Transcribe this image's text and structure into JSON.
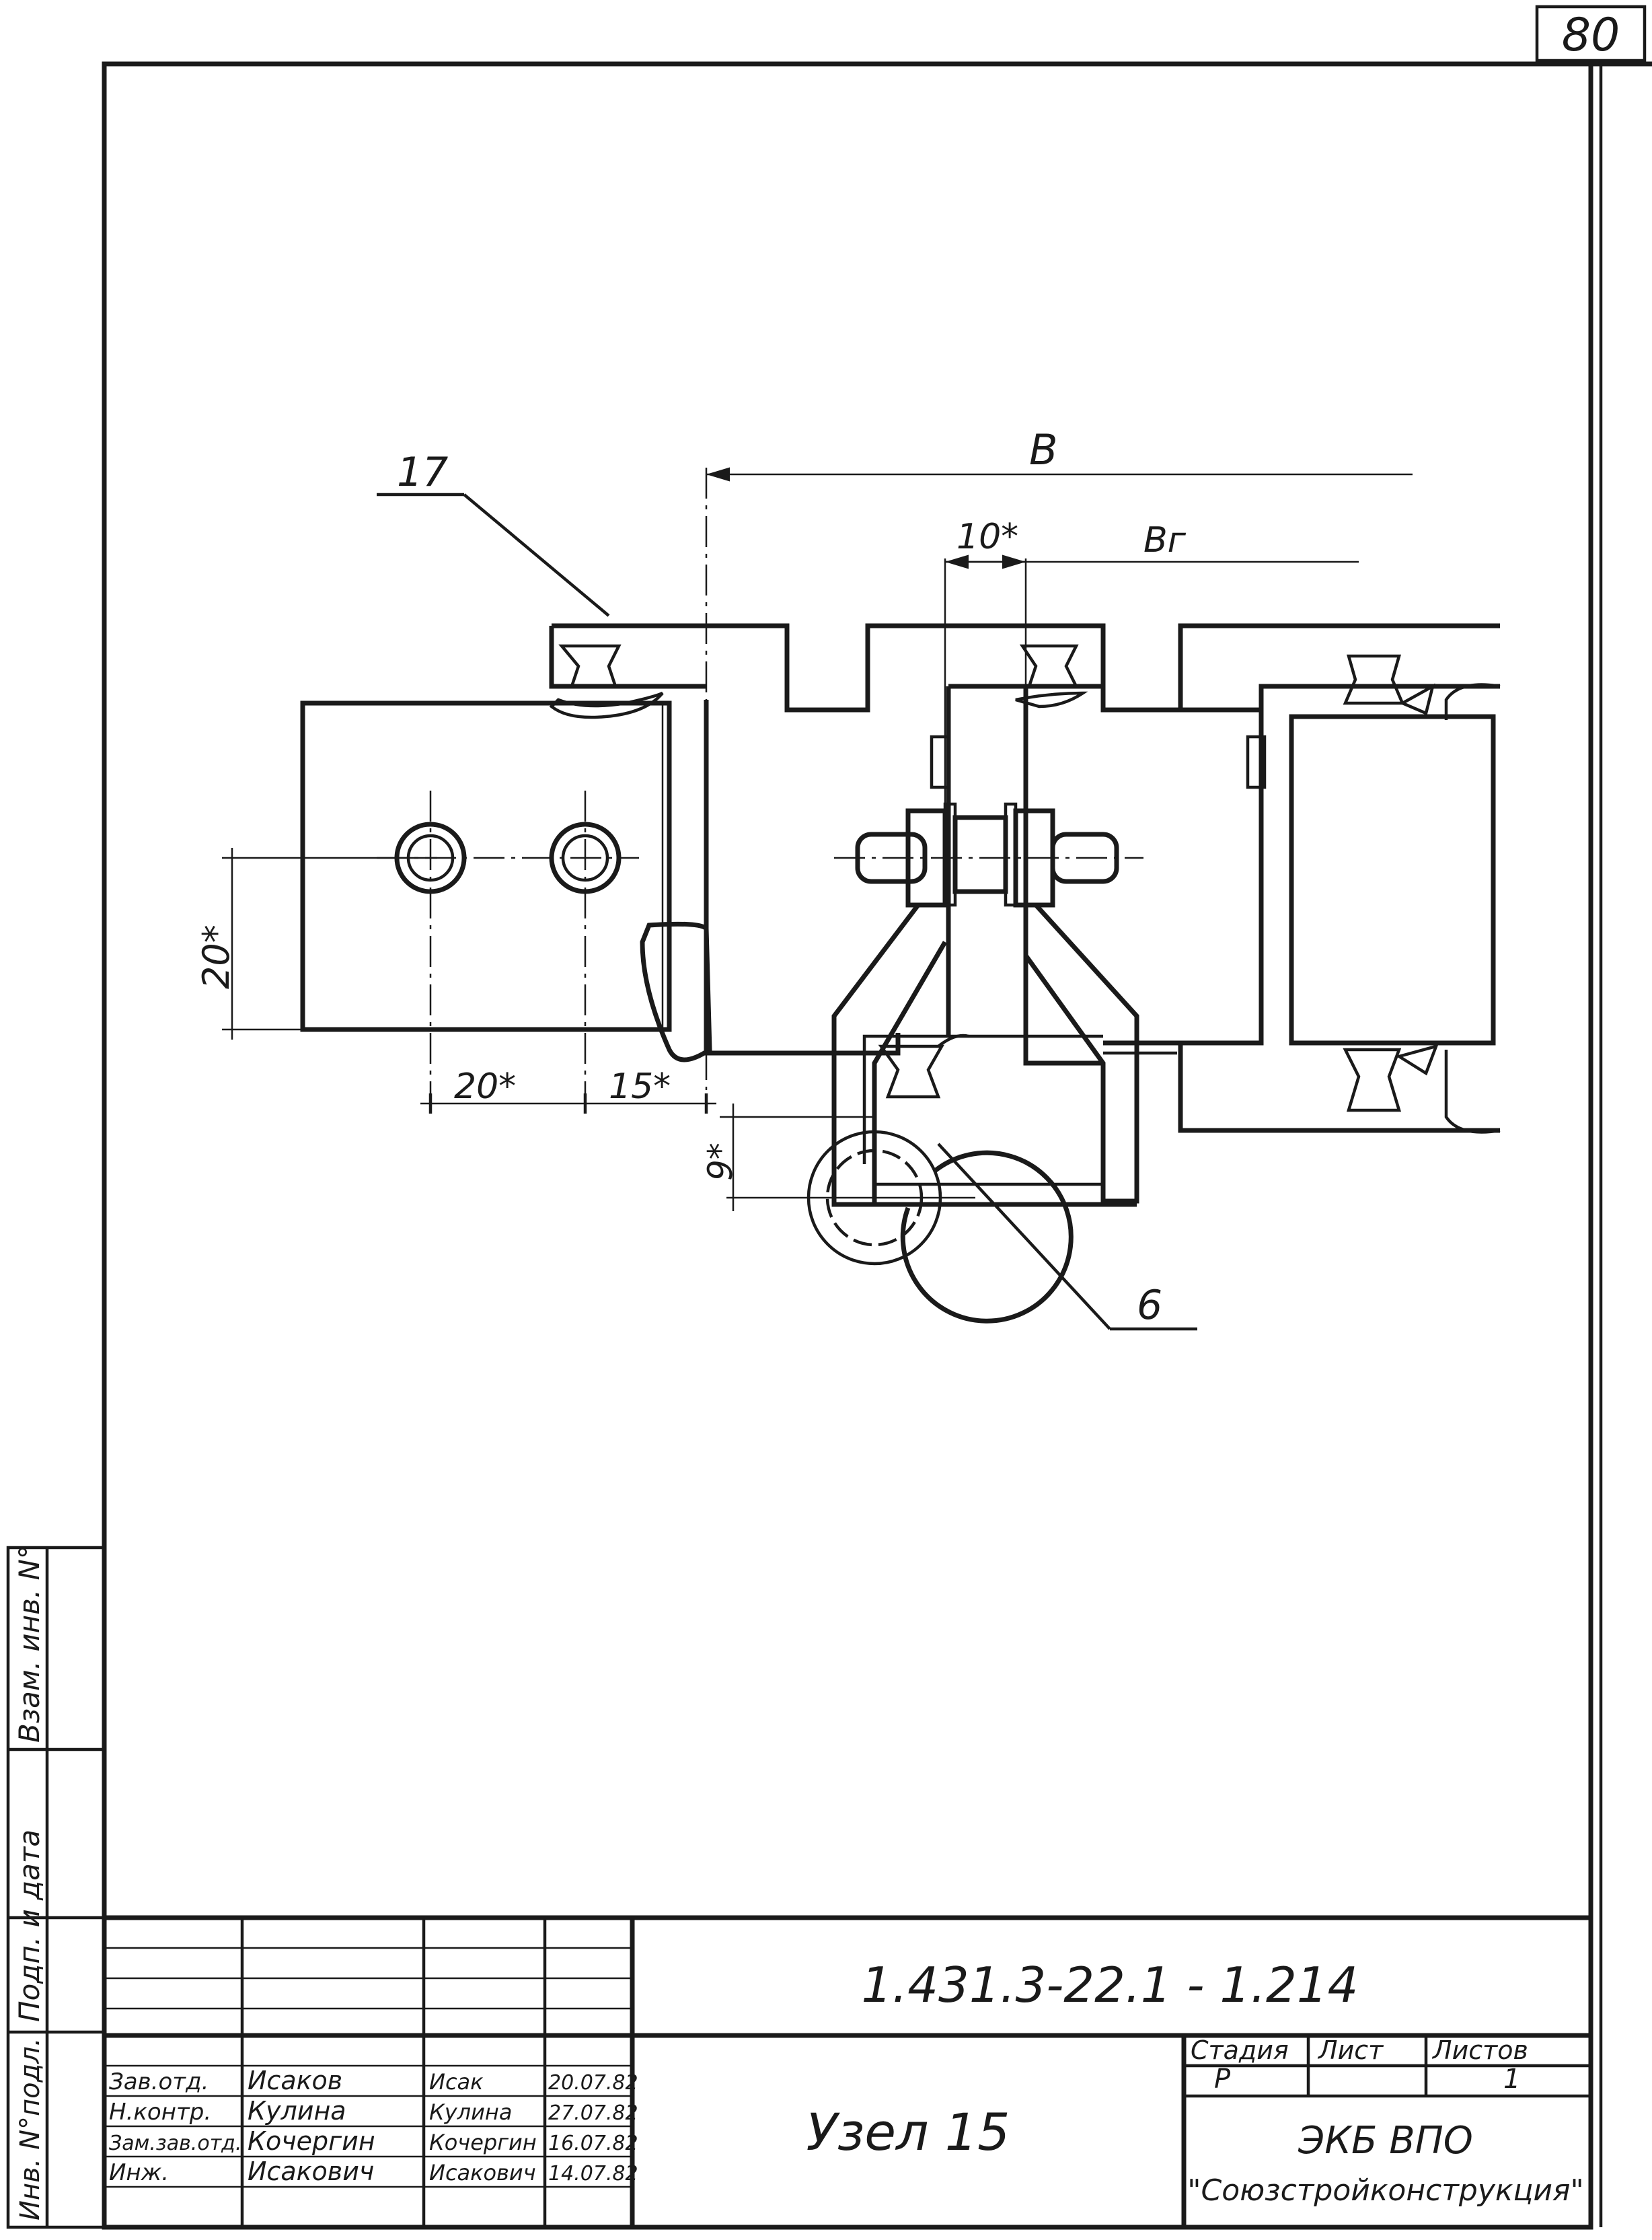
{
  "sheet_number": "80",
  "drawing": {
    "dimensions": {
      "overall_width": "B",
      "gap_width": "Bг",
      "seal_offset": "10*",
      "hole_spacing": "20*",
      "hole_to_edge": "15*",
      "hole_height": "20*",
      "hinge_offset": "9*"
    },
    "callouts": {
      "seal_profile": "17",
      "hinge": "6"
    }
  },
  "side_stamps": {
    "inv_no_orig": "Инв. N°подл.",
    "sign_date": "Подп. и дата",
    "replaces_inv": "Взам. инв. N°"
  },
  "title_block": {
    "designation": "1.431.3-22.1 - 1.214",
    "title": "Узел 15",
    "organization_line1": "ЭКБ ВПО",
    "organization_line2": "\"Союзстройконструкция\"",
    "headers": {
      "stage": "Стадия",
      "sheet": "Лист",
      "sheets": "Листов"
    },
    "values": {
      "stage": "Р",
      "sheet": "",
      "sheets": "1"
    },
    "staff": [
      {
        "role": "Зав.отд.",
        "name": "Исаков",
        "signature": "Исак",
        "date": "20.07.82"
      },
      {
        "role": "Н.контр.",
        "name": "Кулина",
        "signature": "Кулина",
        "date": "27.07.82"
      },
      {
        "role": "Зам.зав.отд.",
        "name": "Кочергин",
        "signature": "Кочергин",
        "date": "16.07.82"
      },
      {
        "role": "Инж.",
        "name": "Исакович",
        "signature": "Исакович",
        "date": "14.07.82"
      }
    ]
  }
}
